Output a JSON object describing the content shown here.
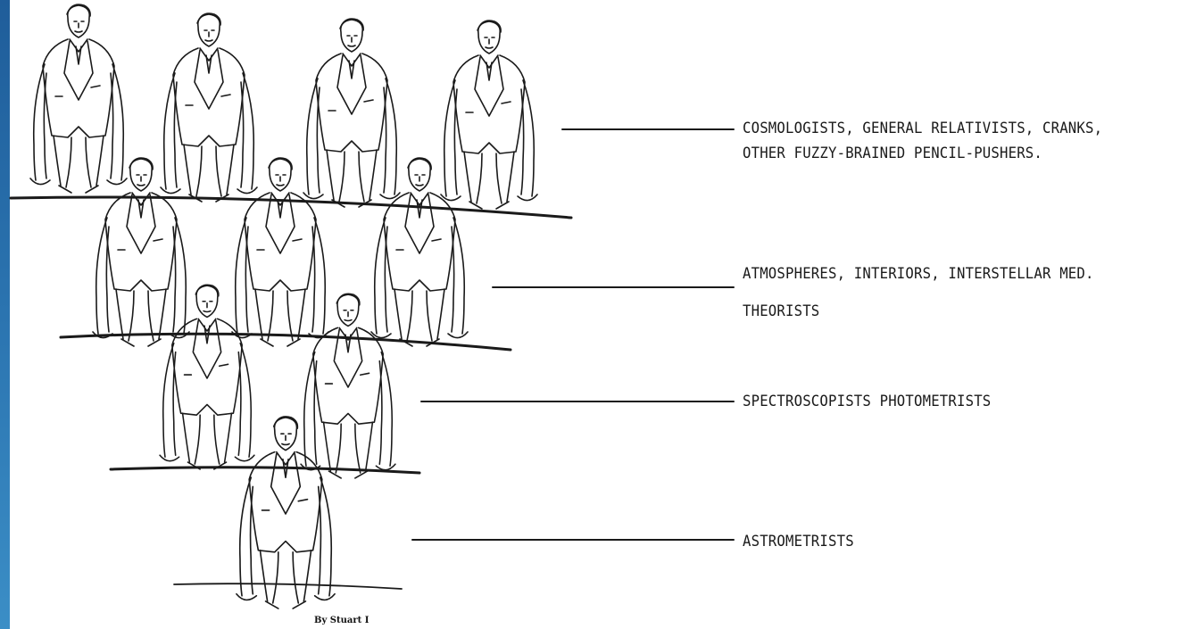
{
  "labels": {
    "tier1_line1": "COSMOLOGISTS, GENERAL RELATIVISTS, CRANKS,",
    "tier1_line2": "OTHER FUZZY-BRAINED PENCIL-PUSHERS.",
    "tier2_line1": "ATMOSPHERES, INTERIORS, INTERSTELLAR MED.",
    "tier2_line2": "THEORISTS",
    "tier3_line1": "SPECTROSCOPISTS PHOTOMETRISTS",
    "tier4_line1": "ASTROMETRISTS"
  },
  "credit": "By Stuart I",
  "colors": {
    "ink": "#1a1a1a",
    "paper": "#ffffff",
    "edge_strip": "#2b74b0"
  }
}
